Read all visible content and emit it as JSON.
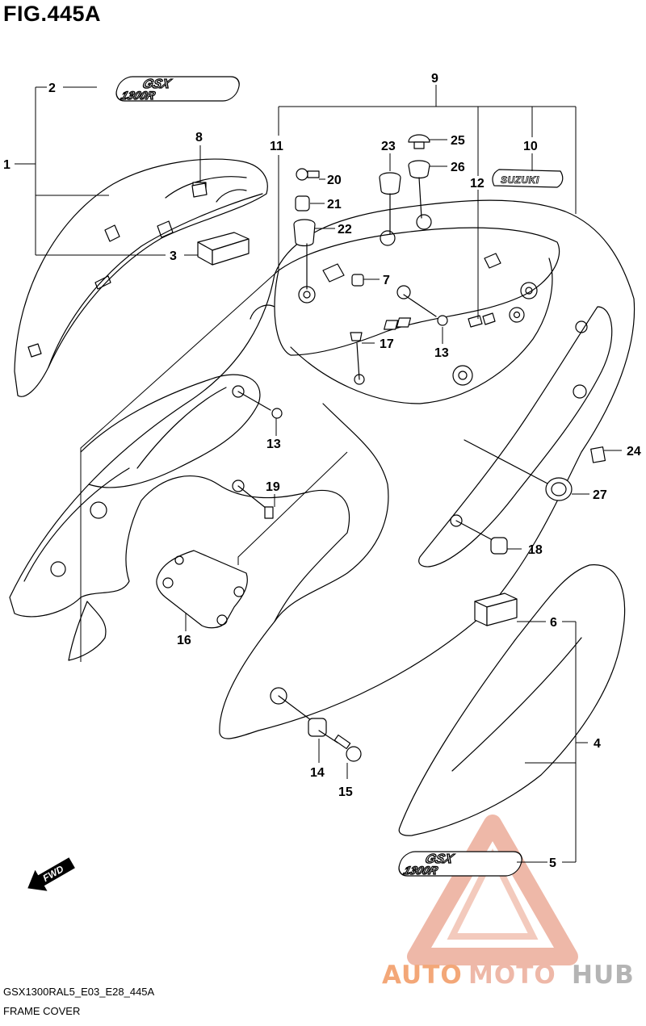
{
  "figure": {
    "title": "FIG.445A",
    "model_code": "GSX1300RAL5_E03_E28_445A",
    "assembly_name": "FRAME COVER"
  },
  "decals": {
    "gsxr_line1": "GSX",
    "gsxr_line2": "1300R",
    "brand": "SUZUKI",
    "fwd": "FWD"
  },
  "callouts": [
    {
      "id": "c1",
      "label": "1"
    },
    {
      "id": "c2",
      "label": "2"
    },
    {
      "id": "c3",
      "label": "3"
    },
    {
      "id": "c4",
      "label": "4"
    },
    {
      "id": "c5",
      "label": "5"
    },
    {
      "id": "c6",
      "label": "6"
    },
    {
      "id": "c7",
      "label": "7"
    },
    {
      "id": "c8",
      "label": "8"
    },
    {
      "id": "c9",
      "label": "9"
    },
    {
      "id": "c10",
      "label": "10"
    },
    {
      "id": "c11",
      "label": "11"
    },
    {
      "id": "c12",
      "label": "12"
    },
    {
      "id": "c13a",
      "label": "13"
    },
    {
      "id": "c13b",
      "label": "13"
    },
    {
      "id": "c14",
      "label": "14"
    },
    {
      "id": "c15",
      "label": "15"
    },
    {
      "id": "c16",
      "label": "16"
    },
    {
      "id": "c17",
      "label": "17"
    },
    {
      "id": "c18",
      "label": "18"
    },
    {
      "id": "c19",
      "label": "19"
    },
    {
      "id": "c20",
      "label": "20"
    },
    {
      "id": "c21",
      "label": "21"
    },
    {
      "id": "c22",
      "label": "22"
    },
    {
      "id": "c23",
      "label": "23"
    },
    {
      "id": "c24",
      "label": "24"
    },
    {
      "id": "c25",
      "label": "25"
    },
    {
      "id": "c26",
      "label": "26"
    },
    {
      "id": "c27",
      "label": "27"
    }
  ],
  "watermark": {
    "part1": "AUTO",
    "part2": "MOTO",
    "part3": "HUB",
    "color_primary": "#f08a4b",
    "color_secondary": "#e9a18c",
    "color_dark": "#9b9b9b"
  }
}
